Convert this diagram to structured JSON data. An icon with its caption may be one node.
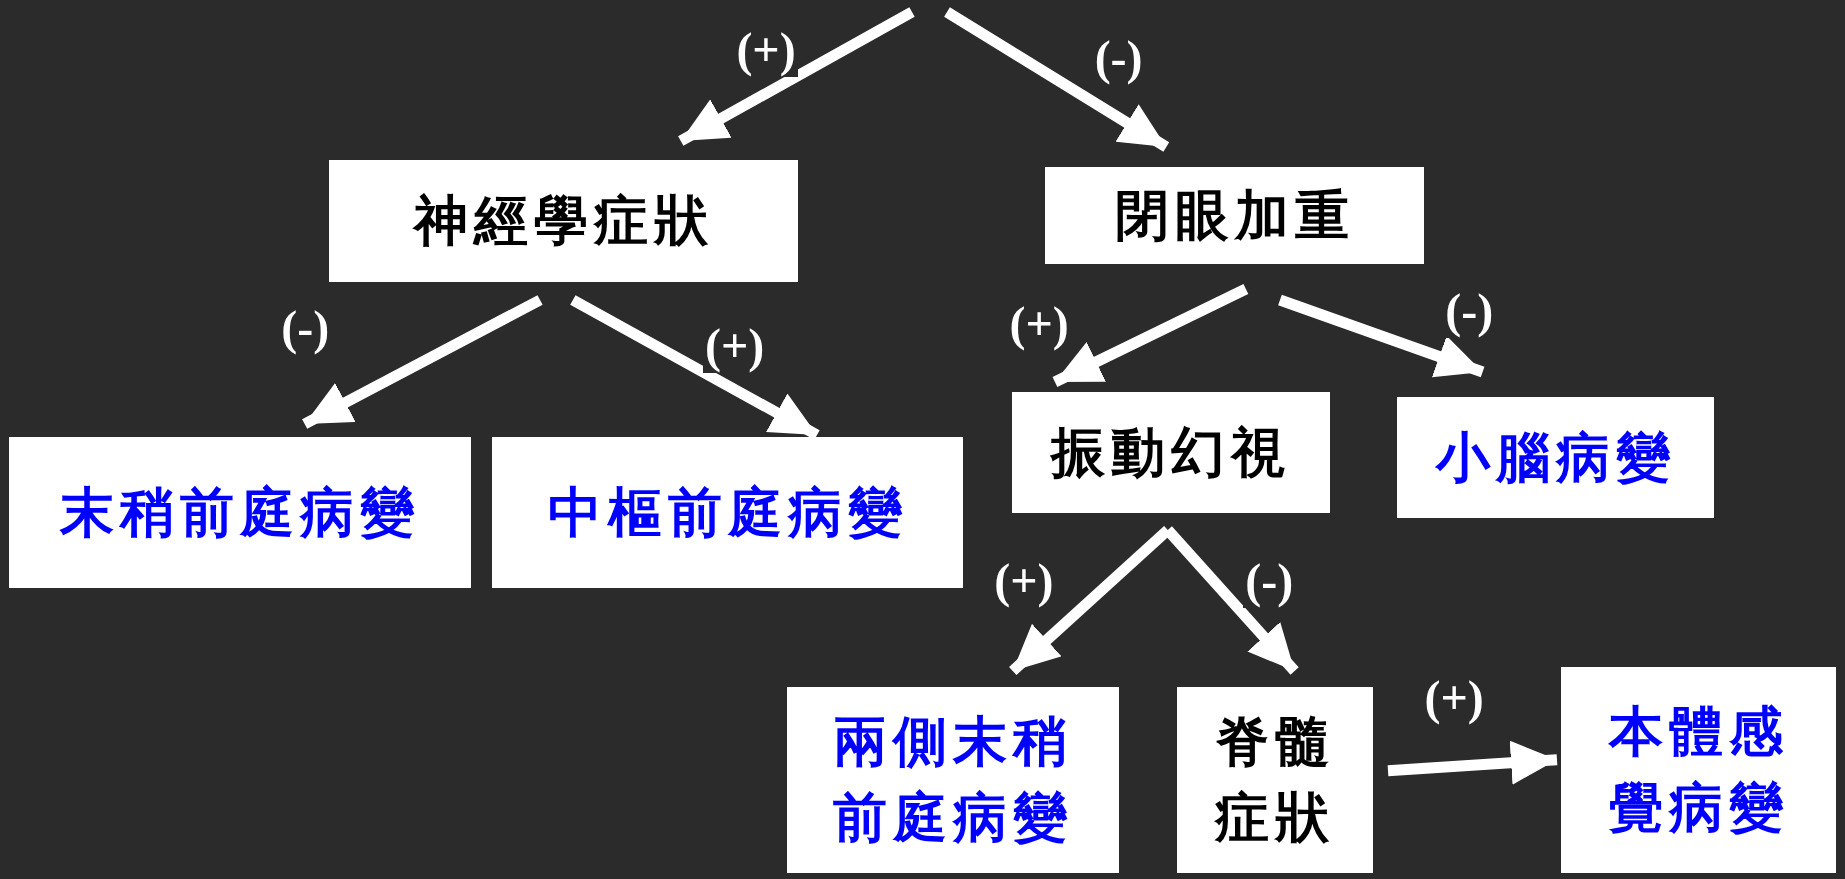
{
  "diagram": {
    "nodes": [
      {
        "text": [
          "神經學症狀"
        ]
      },
      {
        "text": [
          "閉眼加重"
        ]
      },
      {
        "text": [
          "末稍前庭病變"
        ]
      },
      {
        "text": [
          "中樞前庭病變"
        ]
      },
      {
        "text": [
          "振動幻視"
        ]
      },
      {
        "text": [
          "小腦病變"
        ]
      },
      {
        "text": [
          "兩側末稍前庭病變"
        ]
      },
      {
        "text": [
          "脊髓症狀"
        ]
      },
      {
        "text": [
          "本體感覺病變"
        ]
      }
    ],
    "edges": [
      {
        "from": null,
        "to": 0,
        "arrow": "to",
        "label": "(+)"
      },
      {
        "from": null,
        "to": 1,
        "arrow": "to",
        "label": "(-)"
      },
      {
        "from": 0,
        "to": 2,
        "arrow": "to",
        "label": "(-)"
      },
      {
        "from": 0,
        "to": 3,
        "arrow": "to",
        "label": "(+)"
      },
      {
        "from": 1,
        "to": 4,
        "arrow": "to",
        "label": "(+)"
      },
      {
        "from": 1,
        "to": 5,
        "arrow": "to",
        "label": "(-)"
      },
      {
        "from": 4,
        "to": 6,
        "arrow": "to",
        "label": "(+)"
      },
      {
        "from": 4,
        "to": 7,
        "arrow": "to",
        "label": "(-)"
      },
      {
        "from": 7,
        "to": 8,
        "arrow": "to",
        "label": "(+)"
      }
    ]
  }
}
